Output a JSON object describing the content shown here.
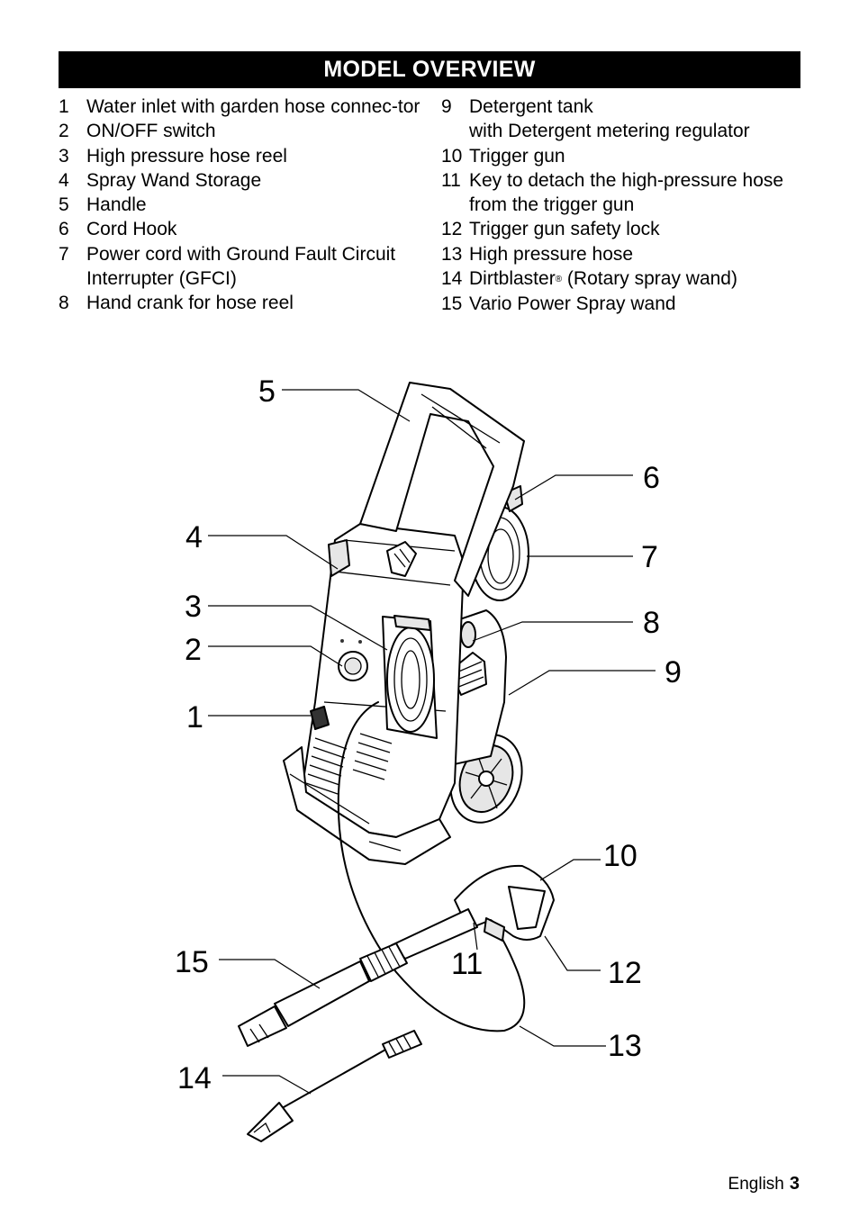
{
  "header": {
    "title": "MODEL OVERVIEW"
  },
  "items_left": [
    {
      "num": "1",
      "text": "Water inlet with garden hose connec-tor"
    },
    {
      "num": "2",
      "text": "ON/OFF switch"
    },
    {
      "num": "3",
      "text": "High pressure hose reel"
    },
    {
      "num": "4",
      "text": "Spray Wand Storage"
    },
    {
      "num": "5",
      "text": "Handle"
    },
    {
      "num": "6",
      "text": "Cord Hook"
    },
    {
      "num": "7",
      "text": "Power cord with Ground Fault Circuit Interrupter (GFCI)"
    },
    {
      "num": "8",
      "text": "Hand crank for hose reel"
    }
  ],
  "items_right": [
    {
      "num": "9",
      "text": "Detergent tank",
      "text2": "with Detergent metering regulator"
    },
    {
      "num": "10",
      "text": "Trigger gun"
    },
    {
      "num": "11",
      "text": "Key to detach the high-pressure hose from the trigger gun"
    },
    {
      "num": "12",
      "text": "Trigger gun safety lock"
    },
    {
      "num": "13",
      "text": "High pressure hose"
    },
    {
      "num": "14",
      "text": "Dirtblaster",
      "reg": "®",
      "text2": " (Rotary spray wand)"
    },
    {
      "num": "15",
      "text": "Vario Power Spray wand"
    }
  ],
  "callouts": [
    "1",
    "2",
    "3",
    "4",
    "5",
    "6",
    "7",
    "8",
    "9",
    "10",
    "11",
    "12",
    "13",
    "14",
    "15"
  ],
  "footer": {
    "language": "English",
    "page": "3"
  }
}
